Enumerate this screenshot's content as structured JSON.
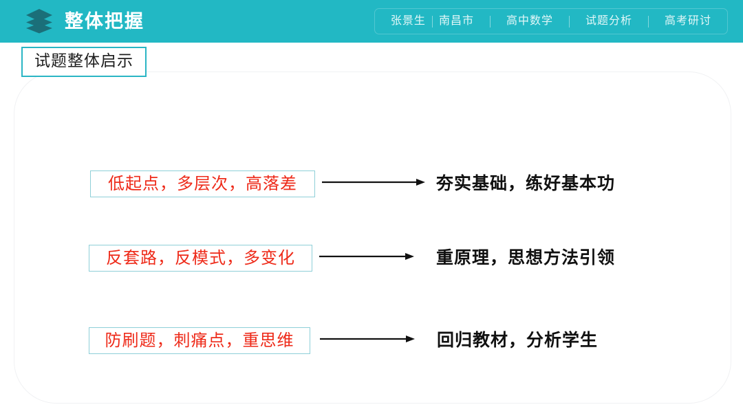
{
  "header": {
    "icon": "layers-stack-icon",
    "title": "整体把握",
    "background_color": "#22b8c4",
    "icon_color": "#1b6f79",
    "breadcrumb": [
      {
        "label": "张景生"
      },
      {
        "label": "南昌市"
      },
      {
        "label": "高中数学"
      },
      {
        "label": "试题分析"
      },
      {
        "label": "高考研讨"
      }
    ]
  },
  "section": {
    "label": "试题整体启示",
    "border_color": "#2ab5c4"
  },
  "content": {
    "accent_red": "#ee2a19",
    "box_border_color": "#8ecfd8",
    "rows": [
      {
        "source": "低起点，多层次，高落差",
        "arrow": "right-arrow-icon",
        "result": "夯实基础，练好基本功"
      },
      {
        "source": "反套路，反模式，多变化",
        "arrow": "right-arrow-icon",
        "result": "重原理，思想方法引领"
      },
      {
        "source": "防刷题，刺痛点，重思维",
        "arrow": "right-arrow-icon",
        "result": "回归教材，分析学生"
      }
    ]
  }
}
